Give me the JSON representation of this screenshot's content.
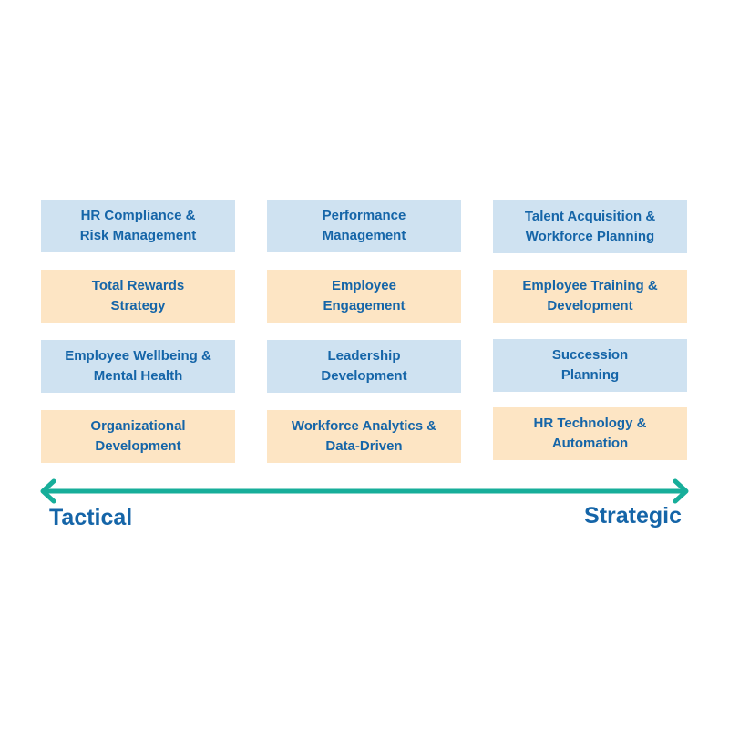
{
  "colors": {
    "blue_box": "#cfe2f1",
    "orange_box": "#fde5c4",
    "text": "#1565a8",
    "arrow": "#17ae9a"
  },
  "columns": [
    {
      "items": [
        {
          "label": "HR Compliance &\nRisk Management",
          "style": "blue"
        },
        {
          "label": "Total Rewards\nStrategy",
          "style": "orange"
        },
        {
          "label": "Employee Wellbeing &\nMental Health",
          "style": "blue"
        },
        {
          "label": "Organizational\nDevelopment",
          "style": "orange"
        }
      ]
    },
    {
      "items": [
        {
          "label": "Performance\nManagement",
          "style": "blue"
        },
        {
          "label": "Employee\nEngagement",
          "style": "orange"
        },
        {
          "label": "Leadership\nDevelopment",
          "style": "blue"
        },
        {
          "label": "Workforce Analytics &\nData-Driven",
          "style": "orange"
        }
      ]
    },
    {
      "items": [
        {
          "label": "Talent Acquisition &\nWorkforce Planning",
          "style": "blue"
        },
        {
          "label": "Employee Training &\nDevelopment",
          "style": "orange"
        },
        {
          "label": "Succession\nPlanning",
          "style": "blue"
        },
        {
          "label": "HR Technology &\nAutomation",
          "style": "orange"
        }
      ]
    }
  ],
  "scale": {
    "left_label": "Tactical",
    "right_label": "Strategic"
  }
}
